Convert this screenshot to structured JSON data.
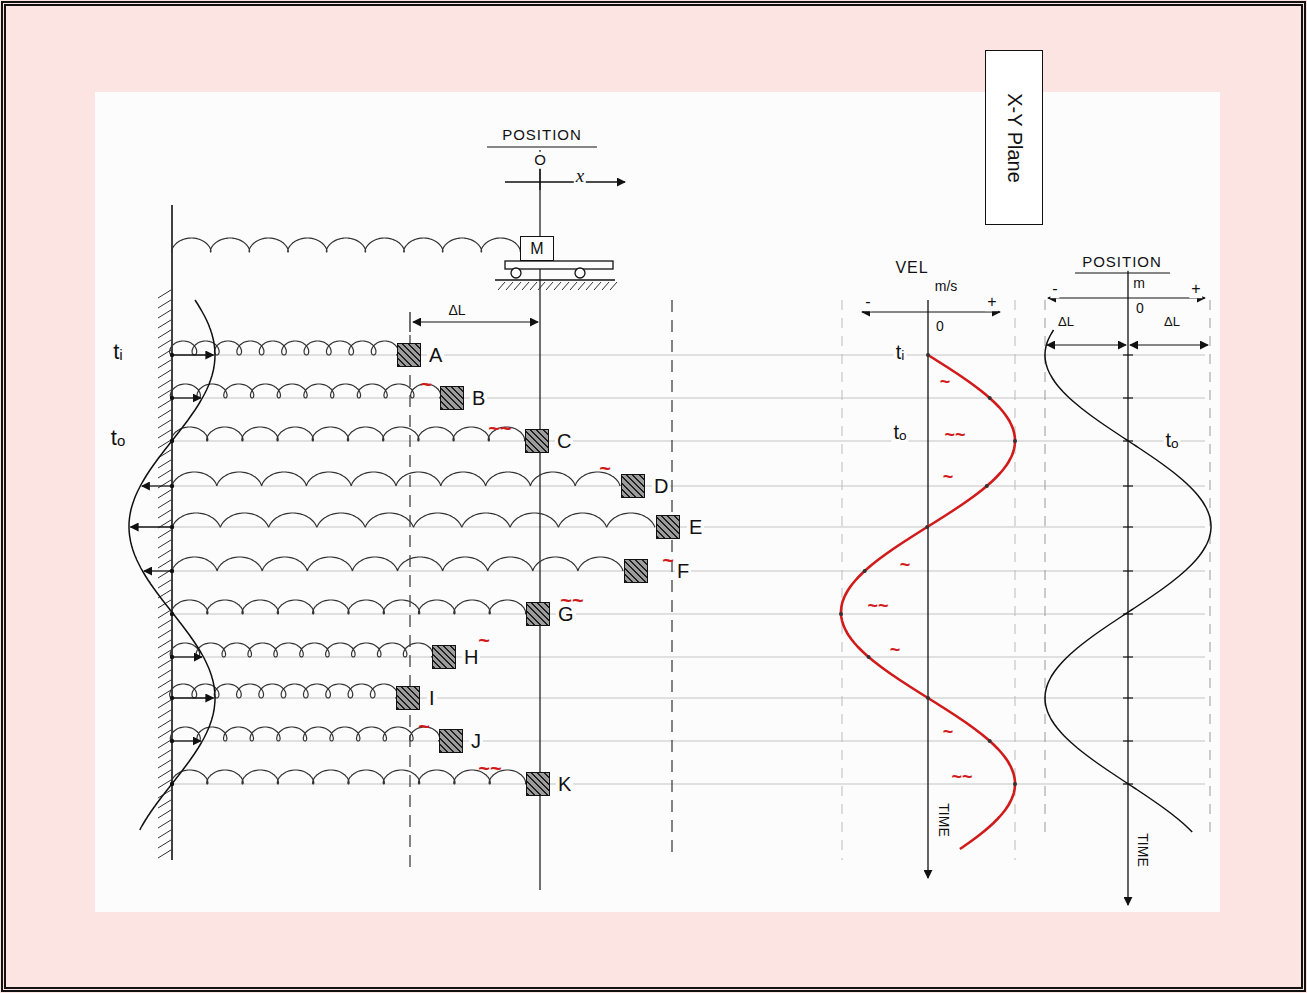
{
  "diagram": {
    "nodes": [
      {
        "text": [
          "X-Y Plane"
        ]
      },
      {
        "text": [
          "M"
        ]
      },
      {
        "text": [
          "A"
        ]
      },
      {
        "text": [
          "B"
        ]
      },
      {
        "text": [
          "C"
        ]
      },
      {
        "text": [
          "D"
        ]
      },
      {
        "text": [
          "E"
        ]
      },
      {
        "text": [
          "F"
        ]
      },
      {
        "text": [
          "G"
        ]
      },
      {
        "text": [
          "H"
        ]
      },
      {
        "text": [
          "I"
        ]
      },
      {
        "text": [
          "J"
        ]
      },
      {
        "text": [
          "K"
        ]
      }
    ],
    "labels": [
      "POSITION",
      "O",
      "x",
      "ΔL",
      "tᵢ",
      "tₒ",
      "VEL",
      "m/s",
      "-",
      "0",
      "+",
      "tᵢ",
      "tₒ",
      "TIME",
      "POSITION",
      "m",
      "-",
      "0",
      "+",
      "ΔL",
      "ΔL",
      "tₒ",
      "TIME",
      "~",
      "~~",
      "~",
      "~",
      "~~",
      "~",
      "~",
      "~~",
      "~",
      "~~",
      "~",
      "~",
      "~~",
      "~",
      "~",
      "~~"
    ]
  }
}
